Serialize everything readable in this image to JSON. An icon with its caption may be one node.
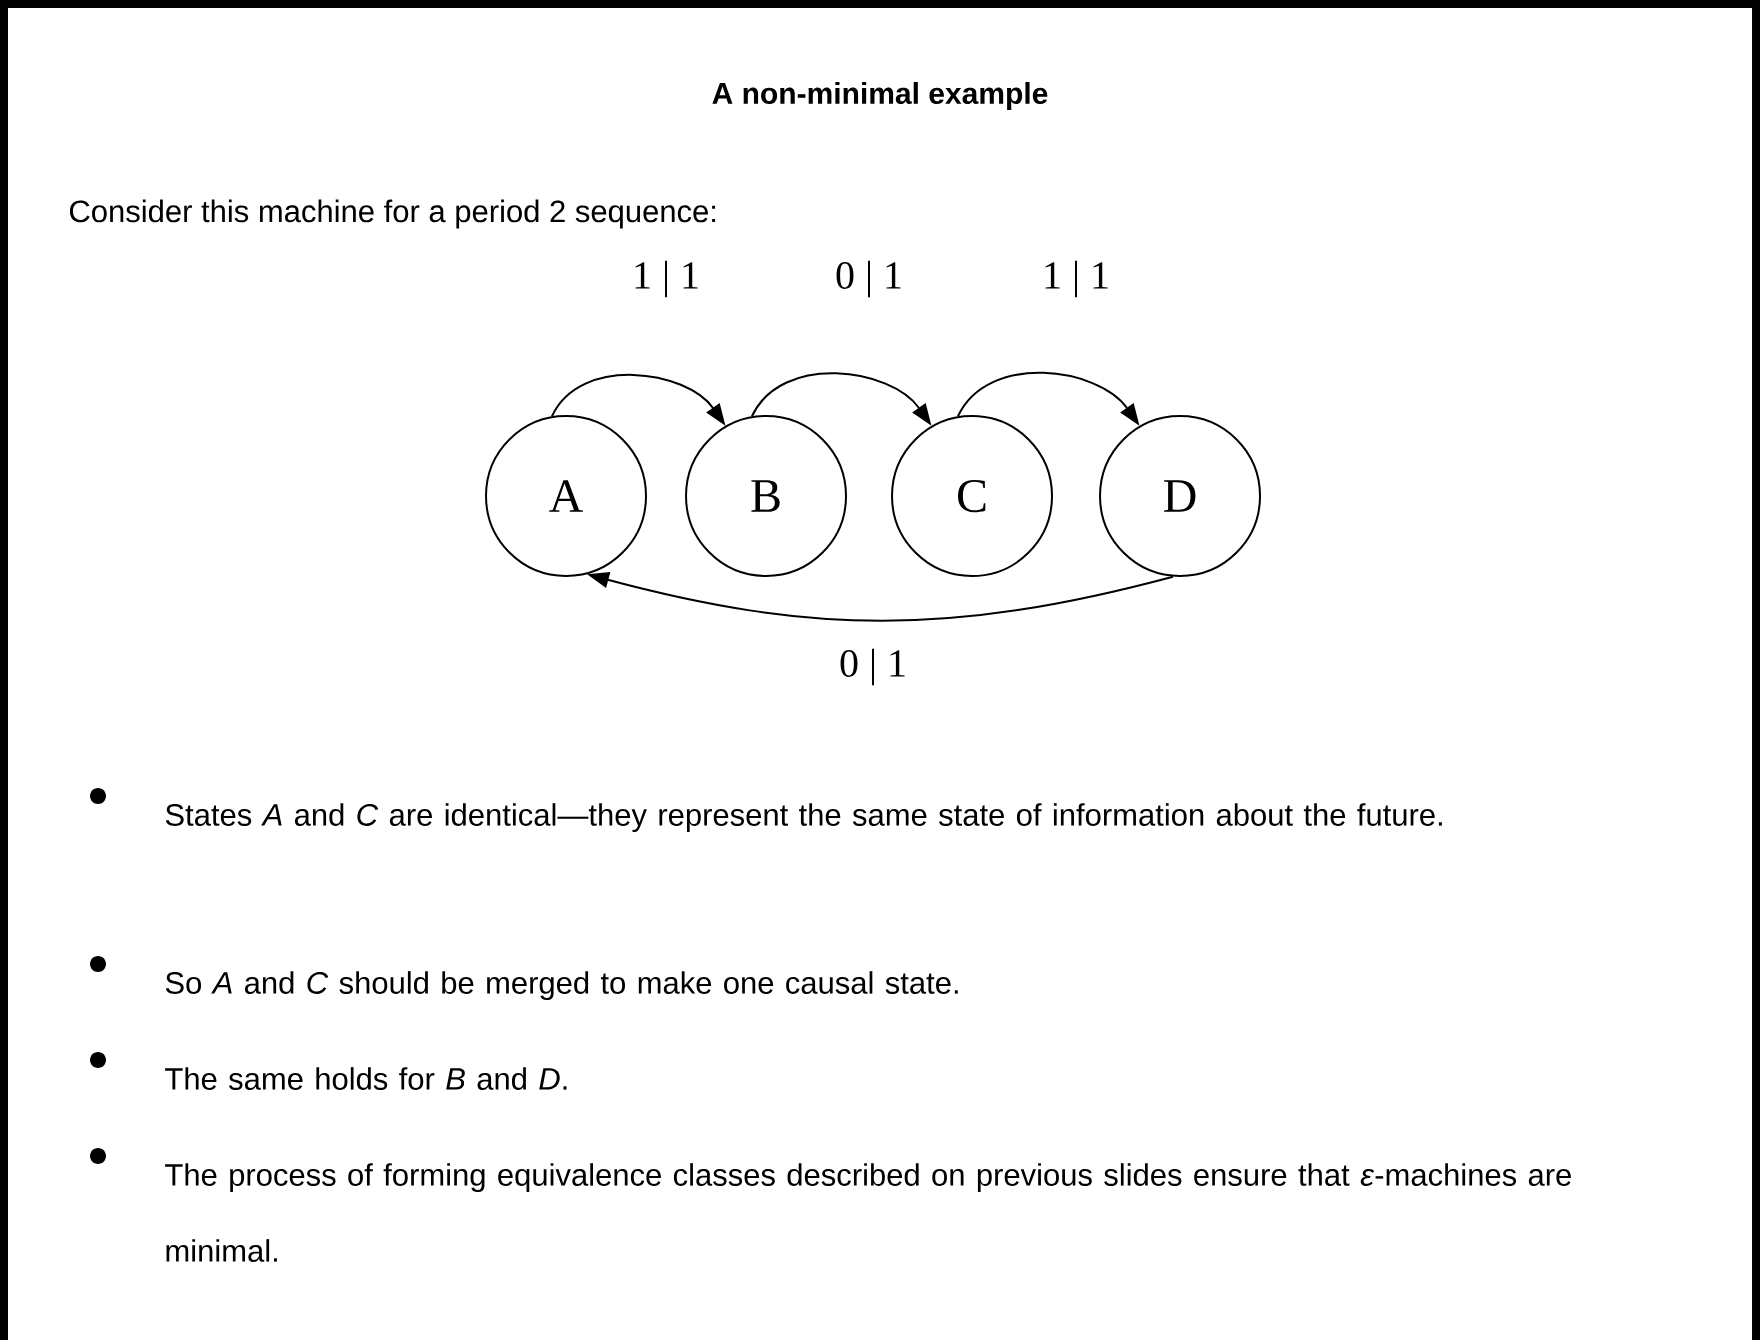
{
  "diagram": {
    "title": "A non-minimal example",
    "nodes": [
      {
        "text": [
          "A"
        ]
      },
      {
        "text": [
          "B"
        ]
      },
      {
        "text": [
          "C"
        ]
      },
      {
        "text": [
          "D"
        ]
      }
    ],
    "edges": [
      {
        "from": 0,
        "to": 1,
        "arrow": "to",
        "label": "1 | 1"
      },
      {
        "from": 1,
        "to": 2,
        "arrow": "to",
        "label": "0 | 1"
      },
      {
        "from": 2,
        "to": 3,
        "arrow": "to",
        "label": "1 | 1"
      },
      {
        "from": 3,
        "to": 0,
        "arrow": "to",
        "label": "0 | 1"
      }
    ],
    "labels": [
      "Consider this machine for a period 2 sequence:",
      "States *A* and *C* are identical—they represent the same state of information about the future.",
      "So *A* and *C* should be merged to make one causal state.",
      "The same holds for *B* and *D*.",
      "The process of forming equivalence classes described on previous slides ensure that *ε*-machines are minimal."
    ]
  }
}
